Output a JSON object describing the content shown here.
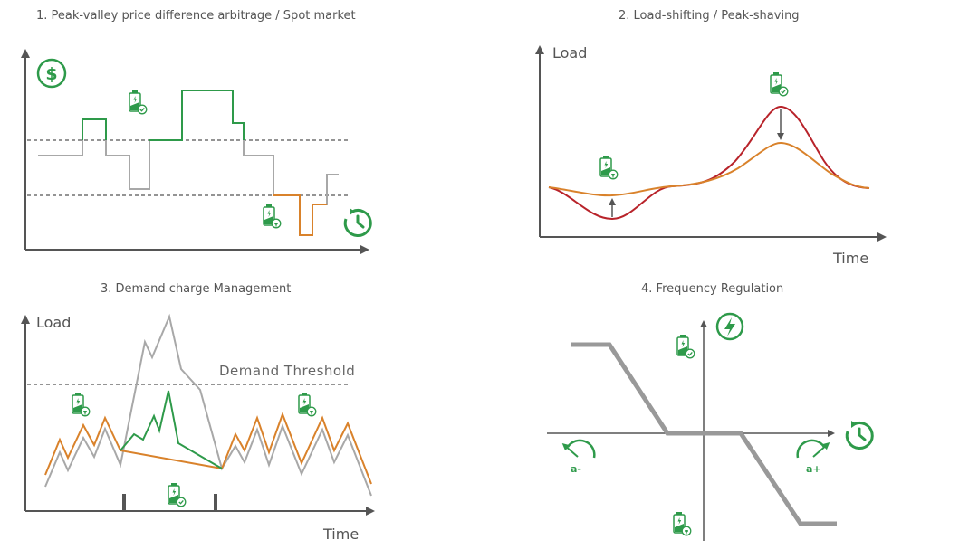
{
  "panels": {
    "p1": {
      "title": "1. Peak-valley price difference arbitrage / Spot market"
    },
    "p2": {
      "title": "2. Load-shifting / Peak-shaving",
      "y_label": "Load",
      "x_label": "Time"
    },
    "p3": {
      "title": "3. Demand charge Management",
      "y_label": "Load",
      "x_label": "Time",
      "threshold_label": "Demand Threshold"
    },
    "p4": {
      "title": "4. Frequency Regulation",
      "rate_minus": "a-",
      "rate_plus": "a+"
    }
  },
  "icons": [
    "dollar-icon",
    "clock-icon",
    "battery-charging-icon",
    "battery-discharging-icon",
    "lightning-icon",
    "rate-gauge-icon"
  ],
  "colors": {
    "green": "#2e9a4a",
    "orange": "#d9822b",
    "red": "#b8232a",
    "gray": "#a8a8a8",
    "axis": "#555555"
  }
}
